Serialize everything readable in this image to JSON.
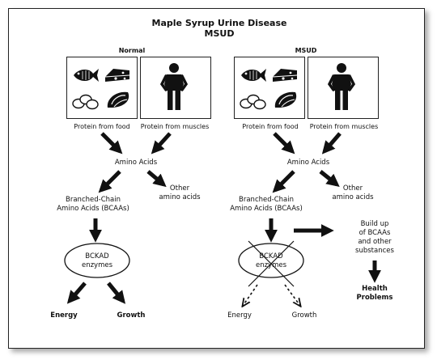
{
  "title": "Maple Syrup Urine Disease",
  "subtitle": "MSUD",
  "normal": {
    "heading": "Normal",
    "protein_food": "Protein from food",
    "protein_muscles": "Protein from muscles",
    "amino_acids": "Amino Acids",
    "other_line1": "Other",
    "other_line2": "amino acids",
    "bcaa_line1": "Branched-Chain",
    "bcaa_line2": "Amino Acids (BCAAs)",
    "enzyme_line1": "BCKAD",
    "enzyme_line2": "enzymes",
    "energy": "Energy",
    "growth": "Growth"
  },
  "msud": {
    "heading": "MSUD",
    "protein_food": "Protein from food",
    "protein_muscles": "Protein from muscles",
    "amino_acids": "Amino Acids",
    "other_line1": "Other",
    "other_line2": "amino acids",
    "bcaa_line1": "Branched-Chain",
    "bcaa_line2": "Amino Acids (BCAAs)",
    "enzyme_line1": "BCKAD",
    "enzyme_line2": "enzymes",
    "energy": "Energy",
    "growth": "Growth",
    "buildup_line1": "Build up",
    "buildup_line2": "of BCAAs",
    "buildup_line3": "and other",
    "buildup_line4": "substances",
    "health_line1": "Health",
    "health_line2": "Problems"
  },
  "icons": [
    "fish-icon",
    "cheese-icon",
    "eggs-icon",
    "meat-icon",
    "person-icon"
  ],
  "colors": {
    "ink": "#111111",
    "background": "#ffffff"
  }
}
